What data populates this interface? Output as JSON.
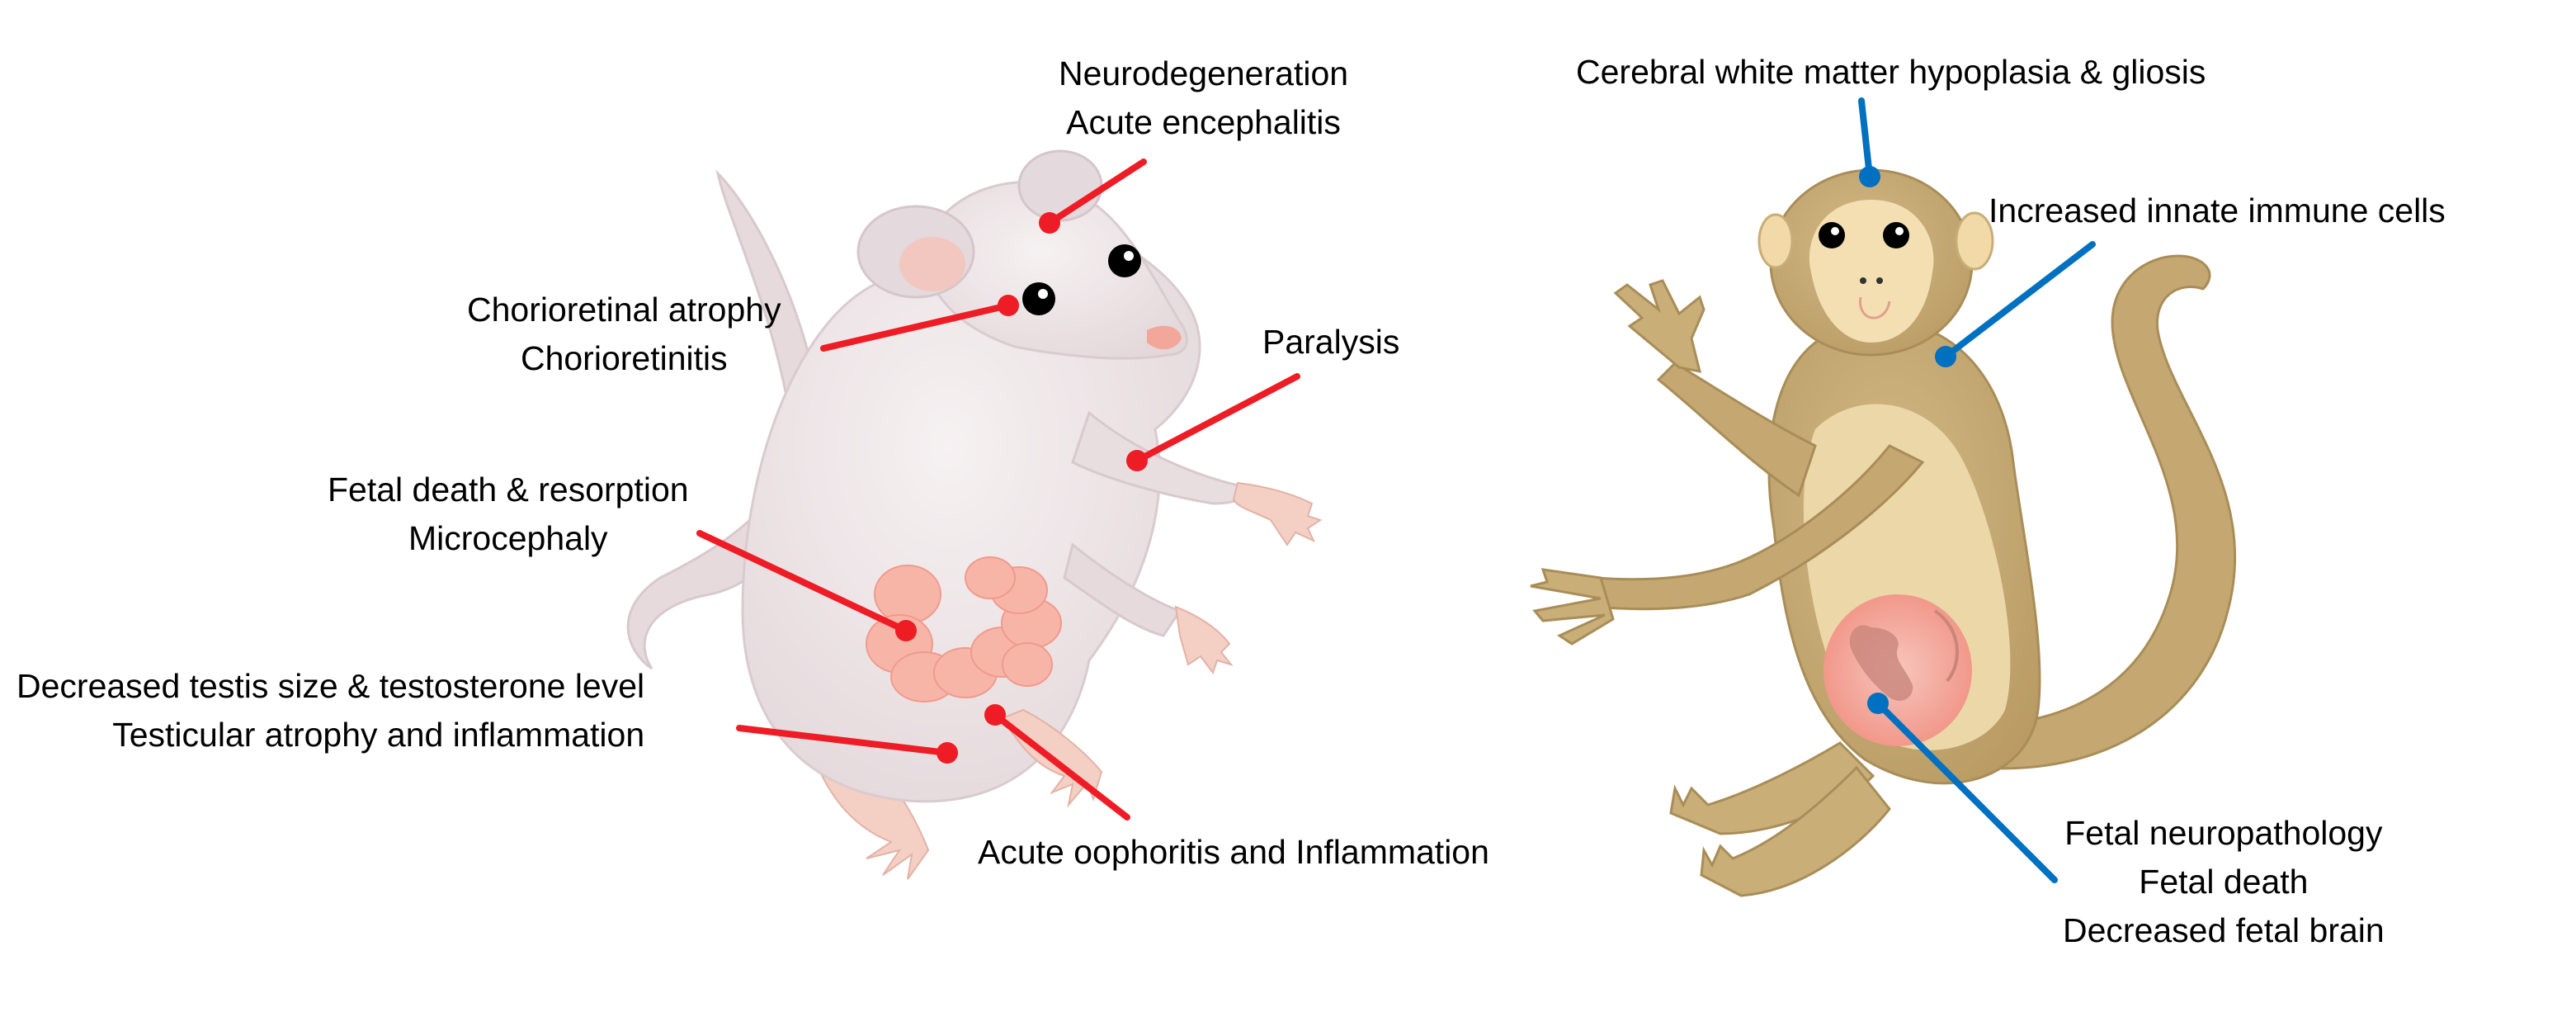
{
  "colors": {
    "mouse_line": "#ee1c25",
    "monkey_line": "#0070c0",
    "mouse_body": "#e9e1e3",
    "monkey_body": "#c8ad77",
    "monkey_face": "#f3dfb2"
  },
  "mouse": {
    "labels": [
      {
        "lines": [
          "Neurodegeneration",
          "Acute encephalitis"
        ]
      },
      {
        "lines": [
          "Chorioretinal atrophy",
          "Chorioretinitis"
        ]
      },
      {
        "lines": [
          "Paralysis"
        ]
      },
      {
        "lines": [
          "Fetal death & resorption",
          "Microcephaly"
        ]
      },
      {
        "lines": [
          "Decreased testis size & testosterone level",
          "Testicular atrophy and inflammation"
        ]
      },
      {
        "lines": [
          "Acute oophoritis and Inflammation"
        ]
      }
    ]
  },
  "monkey": {
    "labels": [
      {
        "lines": [
          "Cerebral white matter hypoplasia & gliosis"
        ]
      },
      {
        "lines": [
          "Increased innate immune cells"
        ]
      },
      {
        "lines": [
          "Fetal neuropathology",
          "Fetal death",
          "Decreased fetal brain"
        ]
      }
    ]
  }
}
